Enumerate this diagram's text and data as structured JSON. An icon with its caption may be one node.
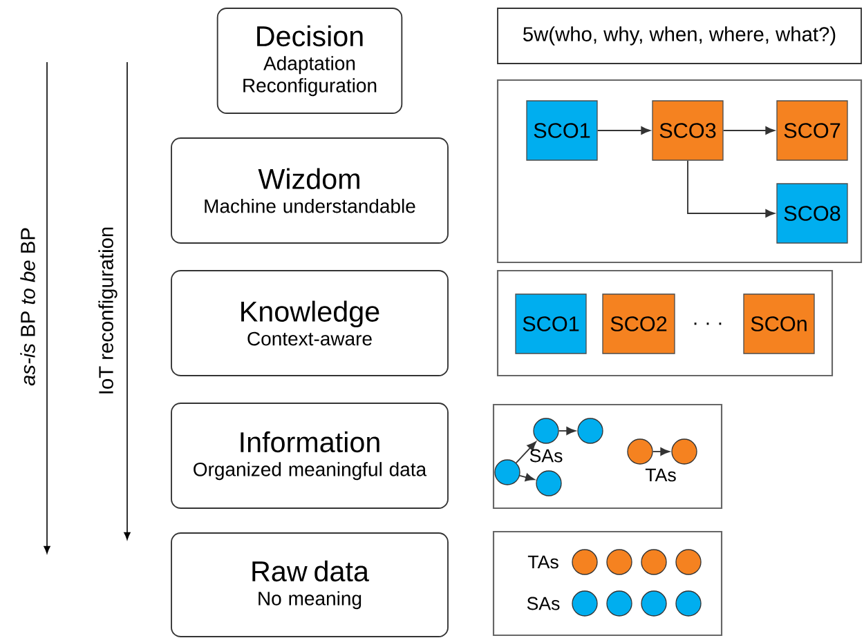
{
  "diagram": {
    "nodes": [
      {
        "text": [
          "Decision",
          "Adaptation Reconfiguration"
        ]
      },
      {
        "text": [
          "Wizdom",
          "Machine understandable"
        ]
      },
      {
        "text": [
          "Knowledge",
          "Context-aware"
        ]
      },
      {
        "text": [
          "Information",
          "Organized meaningful data"
        ]
      },
      {
        "text": [
          "Raw data",
          "No meaning"
        ]
      },
      {
        "text": [
          "5w(who, why, when, where, what?)"
        ]
      },
      {
        "text": [],
        "shape": "box"
      },
      {
        "text": [
          "SCO1"
        ],
        "in": 6
      },
      {
        "text": [
          "SCO3"
        ],
        "in": 6
      },
      {
        "text": [
          "SCO7"
        ],
        "in": 6
      },
      {
        "text": [
          "SCO8"
        ],
        "in": 6
      },
      {
        "text": [],
        "shape": "box"
      },
      {
        "text": [
          "SCO1"
        ],
        "in": 11
      },
      {
        "text": [
          "SCO2"
        ],
        "in": 11
      },
      {
        "text": [
          "SCOn"
        ],
        "in": 11
      },
      {
        "text": [],
        "shape": "box"
      },
      {
        "text": [],
        "shape": "circle",
        "in": 15
      },
      {
        "text": [],
        "shape": "circle",
        "in": 15
      },
      {
        "text": [],
        "shape": "circle",
        "in": 15
      },
      {
        "text": [],
        "shape": "circle",
        "in": 15
      },
      {
        "text": [],
        "shape": "circle",
        "in": 15
      },
      {
        "text": [],
        "shape": "circle",
        "in": 15
      },
      {
        "text": [],
        "shape": "box"
      },
      {
        "text": [],
        "shape": "circle",
        "in": 22
      },
      {
        "text": [],
        "shape": "circle",
        "in": 22
      },
      {
        "text": [],
        "shape": "circle",
        "in": 22
      },
      {
        "text": [],
        "shape": "circle",
        "in": 22
      },
      {
        "text": [],
        "shape": "circle",
        "in": 22
      },
      {
        "text": [],
        "shape": "circle",
        "in": 22
      },
      {
        "text": [],
        "shape": "circle",
        "in": 22
      },
      {
        "text": [],
        "shape": "circle",
        "in": 22
      }
    ],
    "edges": [
      {
        "from": 7,
        "to": 8,
        "arrow": "to"
      },
      {
        "from": 8,
        "to": 9,
        "arrow": "to"
      },
      {
        "from": 8,
        "to": 10,
        "arrow": "to"
      },
      {
        "from": 16,
        "to": 17,
        "arrow": "to"
      },
      {
        "from": 16,
        "to": 18,
        "arrow": "to"
      },
      {
        "from": 17,
        "to": 19,
        "arrow": "to"
      },
      {
        "from": 20,
        "to": 21,
        "arrow": "to"
      }
    ],
    "labels": [
      "*as-is* BP *to be* BP",
      "IoT reconfiguration",
      "· · ·",
      "SAs",
      "TAs",
      "TAs",
      "SAs"
    ]
  }
}
